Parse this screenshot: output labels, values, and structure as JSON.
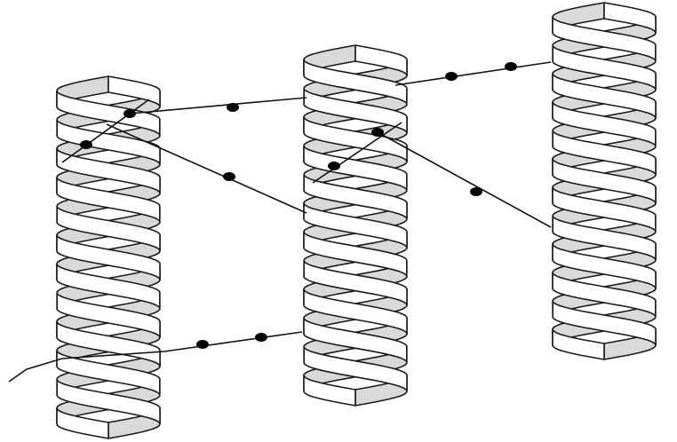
{
  "diagram": {
    "kind": "dna-crosslink-illustration",
    "helices": [
      {
        "name": "helix-left",
        "turns": 6
      },
      {
        "name": "helix-middle",
        "turns": 6
      },
      {
        "name": "helix-right",
        "turns": 6
      }
    ],
    "links": [
      {
        "name": "link-left-top-short",
        "dots": 2
      },
      {
        "name": "link-left-middle-top",
        "dots": 1
      },
      {
        "name": "link-left-middle-diagonal",
        "dots": 1
      },
      {
        "name": "link-middle-right-top",
        "dots": 2
      },
      {
        "name": "link-middle-short",
        "dots": 2
      },
      {
        "name": "link-middle-right-diagonal",
        "dots": 1
      },
      {
        "name": "link-bottom-left",
        "dots": 2
      }
    ],
    "colors": {
      "line": "#111111",
      "ribbon_front": "#ffffff",
      "ribbon_back": "#d9d9d9",
      "node": "#000000"
    }
  }
}
